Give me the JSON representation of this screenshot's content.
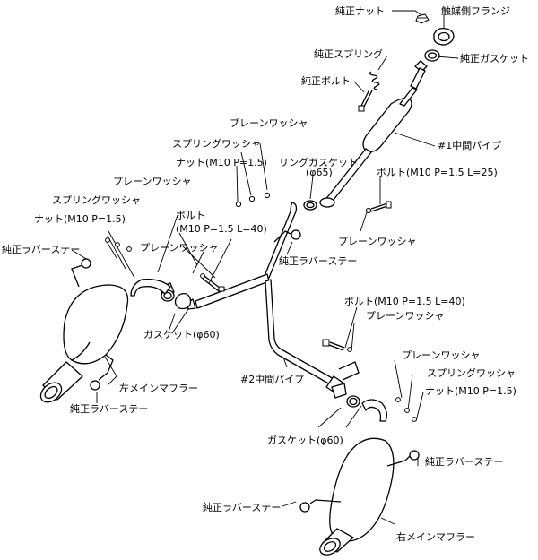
{
  "labels": {
    "genuine_nut": "純正ナット",
    "catalyst_flange": "触媒側フランジ",
    "genuine_spring": "純正スプリング",
    "genuine_gasket": "純正ガスケット",
    "genuine_bolt": "純正ボルト",
    "plain_washer_top": "プレーンワッシャ",
    "spring_washer_top": "スプリングワッシャ",
    "nut_m10_top": "ナット(M10 P=1.5)",
    "ring_gasket": "リングガスケット",
    "phi65": "(φ65)",
    "mid_pipe_1": "#1中間パイプ",
    "bolt_m10_l25": "ボルト(M10 P=1.5 L=25)",
    "plain_washer_left": "プレーンワッシャ",
    "spring_washer_left": "スプリングワッシャ",
    "nut_m10_left": "ナット(M10 P=1.5)",
    "bolt_label": "ボルト",
    "bolt_spec_l40": "(M10 P=1.5 L=40)",
    "plain_washer_center": "プレーンワッシャ",
    "plain_washer_right_of_mid1": "プレーンワッシャ",
    "rubber_stay_center": "純正ラバーステー",
    "rubber_stay_left_top": "純正ラバーステー",
    "gasket_phi60_left": "ガスケット(φ60)",
    "left_main_muffler": "左メインマフラー",
    "rubber_stay_left_bottom": "純正ラバーステー",
    "mid_pipe_2": "#2中間パイプ",
    "bolt_m10_l40_right": "ボルト(M10 P=1.5 L=40)",
    "plain_washer_right_1": "プレーンワッシャ",
    "plain_washer_right_2": "プレーンワッシャ",
    "spring_washer_right": "スプリングワッシャ",
    "nut_m10_right": "ナット(M10 P=1.5)",
    "gasket_phi60_right": "ガスケット(φ60)",
    "rubber_stay_right_top": "純正ラバーステー",
    "rubber_stay_right_bottom": "純正ラバーステー",
    "right_main_muffler": "右メインマフラー"
  },
  "icons": [
    "nut-icon",
    "flange-icon",
    "spring-icon",
    "gasket-icon",
    "bolt-icon",
    "washer-icon",
    "rubber-stay-icon",
    "muffler-icon"
  ]
}
